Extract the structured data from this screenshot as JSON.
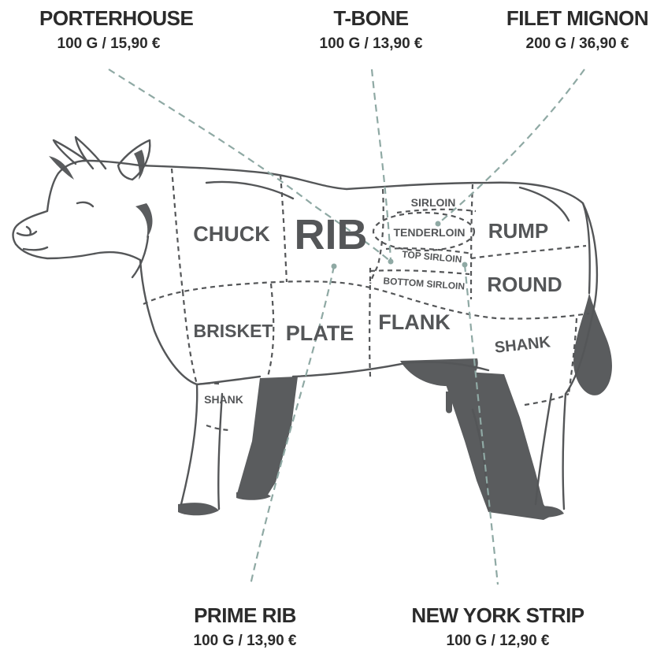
{
  "callouts": {
    "porterhouse": {
      "name": "PORTERHOUSE",
      "price": "100 G / 15,90 €"
    },
    "t_bone": {
      "name": "T-BONE",
      "price": "100 G / 13,90 €"
    },
    "filet_mignon": {
      "name": "FILET MIGNON",
      "price": "200 G / 36,90 €"
    },
    "prime_rib": {
      "name": "PRIME RIB",
      "price": "100 G / 13,90 €"
    },
    "new_york_strip": {
      "name": "NEW YORK STRIP",
      "price": "100 G / 12,90 €"
    }
  },
  "cuts": {
    "chuck": "CHUCK",
    "rib": "RIB",
    "sirloin": "SIRLOIN",
    "tenderloin": "TENDERLOIN",
    "top_sirloin": "TOP SIRLOIN",
    "bottom_sirloin": "BOTTOM SIRLOIN",
    "rump": "RUMP",
    "round": "ROUND",
    "brisket": "BRISKET",
    "plate": "PLATE",
    "flank": "FLANK",
    "shank_front": "SHANK",
    "shank_rear": "SHANK"
  },
  "colors": {
    "outline": "#545658",
    "dark_fill": "#5a5c5e",
    "leader_line": "#8fa9a4",
    "label_text": "#2b2b2b"
  }
}
